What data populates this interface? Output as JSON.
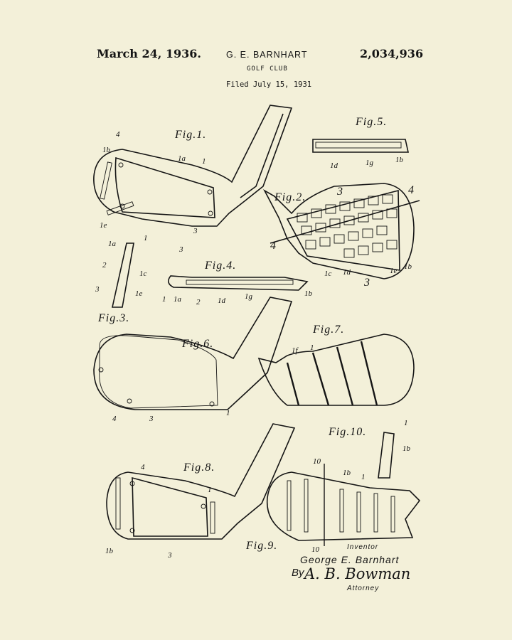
{
  "header": {
    "date": "March 24, 1936.",
    "inventor": "G. E. BARNHART",
    "patent_number": "2,034,936",
    "title": "GOLF CLUB",
    "filed": "Filed July 15, 1931"
  },
  "figures": {
    "fig1": "Fig.1.",
    "fig2": "Fig.2.",
    "fig3": "Fig.3.",
    "fig4": "Fig.4.",
    "fig5": "Fig.5.",
    "fig6": "Fig.6.",
    "fig7": "Fig.7.",
    "fig8": "Fig.8.",
    "fig9": "Fig.9.",
    "fig10": "Fig.10."
  },
  "refs": {
    "r1": "1",
    "r1a": "1a",
    "r1b": "1b",
    "r1c": "1c",
    "r1d": "1d",
    "r1e": "1e",
    "r1f": "1f",
    "r1g": "1g",
    "r2": "2",
    "r3": "3",
    "r4": "4",
    "r10": "10"
  },
  "signature": {
    "inventor_label": "Inventor",
    "inventor_name": "George E. Barnhart",
    "by": "By",
    "attorney_signature": "A. B. Bowman",
    "attorney_label": "Attorney"
  }
}
